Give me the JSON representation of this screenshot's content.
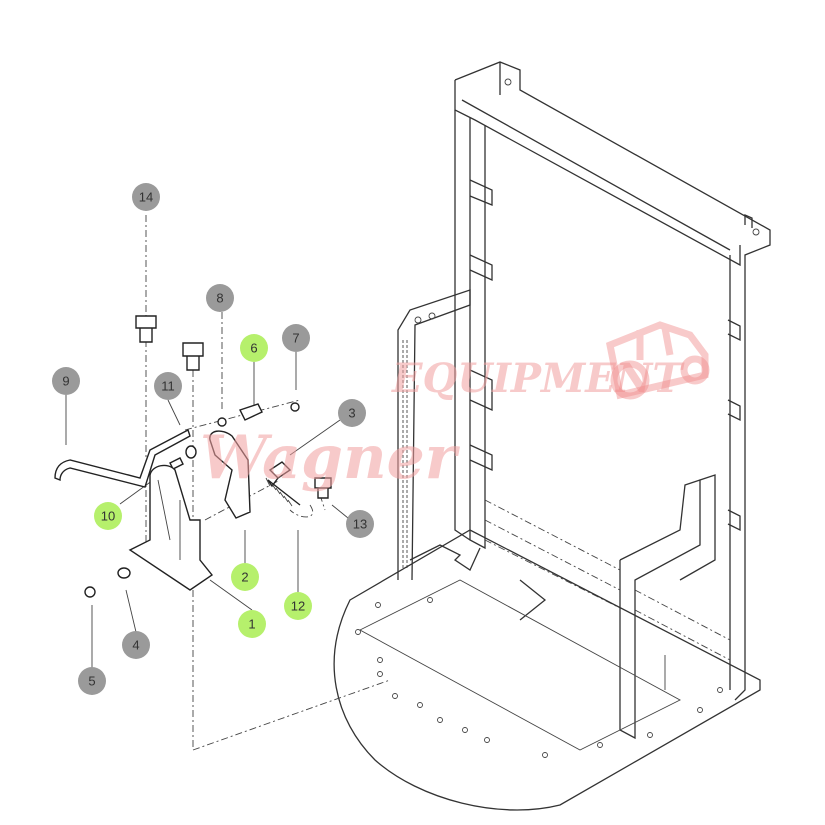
{
  "diagram": {
    "title": "Parts diagram - frame and latch assembly",
    "colors": {
      "callout_default": "#9a9a9a",
      "callout_highlight": "#b6f06c",
      "watermark": "#f08a8a"
    },
    "watermark": {
      "brand": "Wagner",
      "word": "EQUIPMENT"
    },
    "callouts": [
      {
        "label": "1",
        "highlighted": true
      },
      {
        "label": "2",
        "highlighted": true
      },
      {
        "label": "3",
        "highlighted": false
      },
      {
        "label": "4",
        "highlighted": false
      },
      {
        "label": "5",
        "highlighted": false
      },
      {
        "label": "6",
        "highlighted": true
      },
      {
        "label": "7",
        "highlighted": false
      },
      {
        "label": "8",
        "highlighted": false
      },
      {
        "label": "9",
        "highlighted": false
      },
      {
        "label": "10",
        "highlighted": true
      },
      {
        "label": "11",
        "highlighted": false
      },
      {
        "label": "12",
        "highlighted": true
      },
      {
        "label": "13",
        "highlighted": false
      },
      {
        "label": "14",
        "highlighted": false
      }
    ]
  }
}
